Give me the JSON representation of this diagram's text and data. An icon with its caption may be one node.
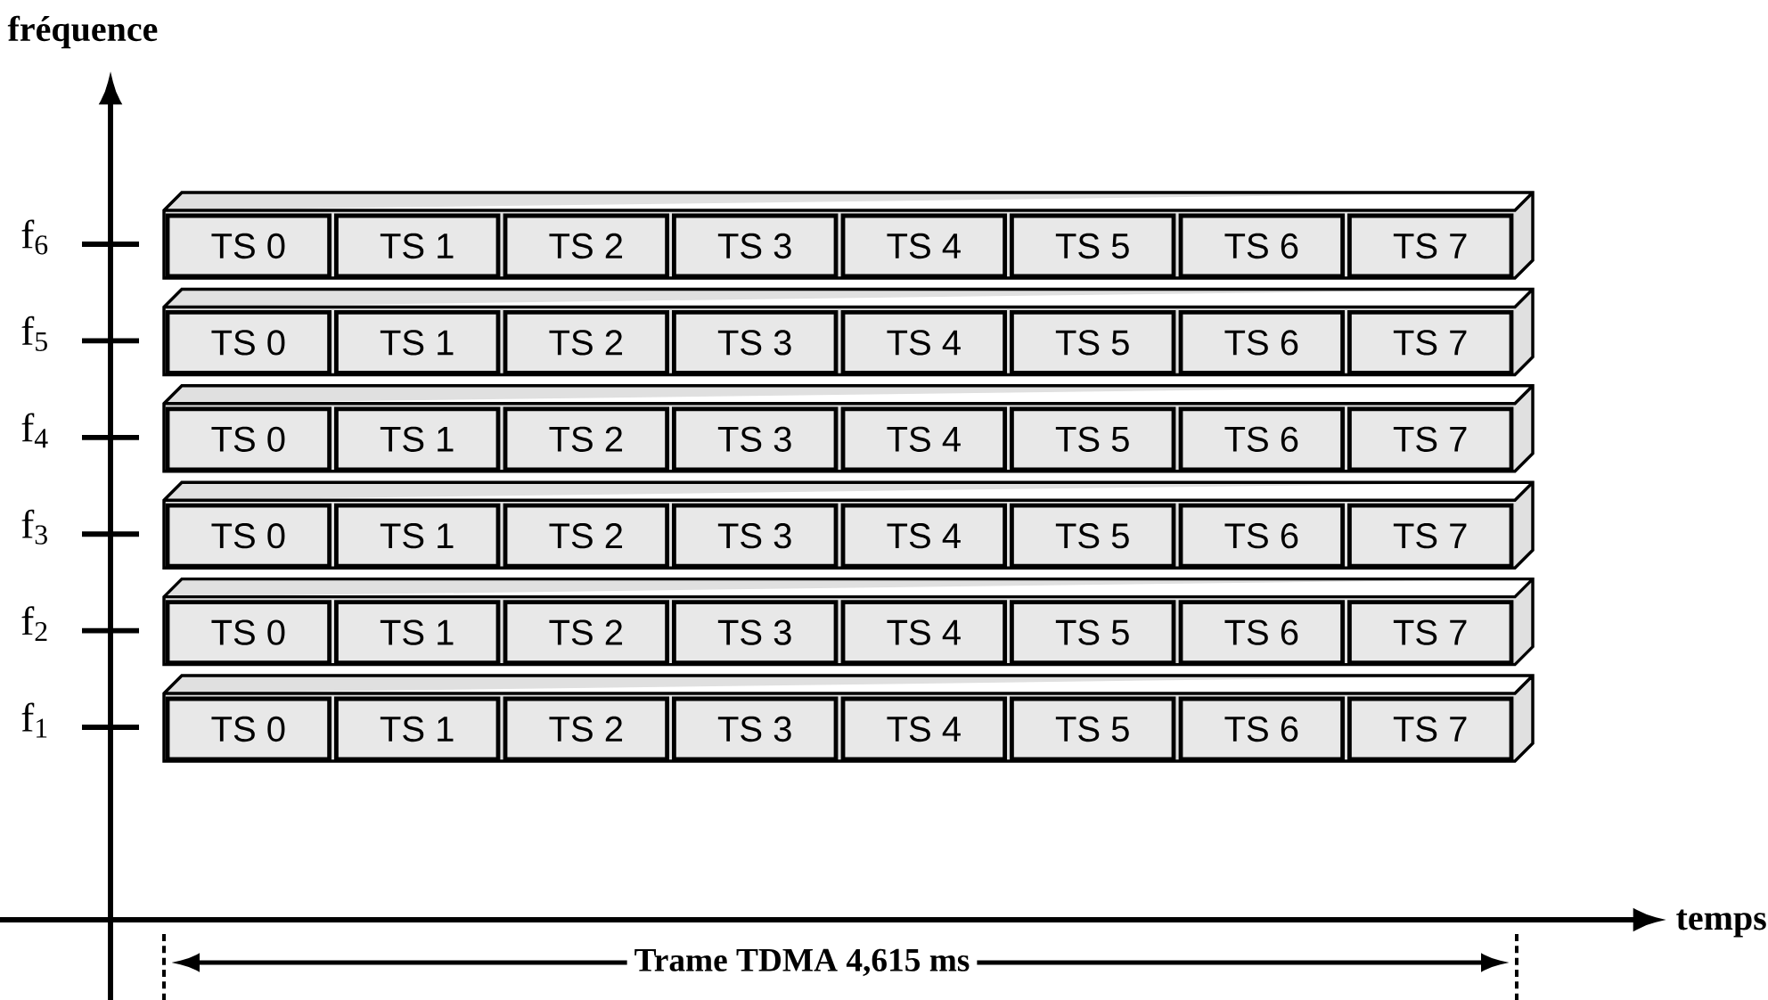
{
  "diagram": {
    "nodes": [
      {
        "text": [
          "TS 0"
        ]
      },
      {
        "text": [
          "TS 1"
        ]
      },
      {
        "text": [
          "TS 2"
        ]
      },
      {
        "text": [
          "TS 3"
        ]
      },
      {
        "text": [
          "TS 4"
        ]
      },
      {
        "text": [
          "TS 5"
        ]
      },
      {
        "text": [
          "TS 6"
        ]
      },
      {
        "text": [
          "TS 7"
        ]
      },
      {
        "text": [
          "TS 0"
        ]
      },
      {
        "text": [
          "TS 1"
        ]
      },
      {
        "text": [
          "TS 2"
        ]
      },
      {
        "text": [
          "TS 3"
        ]
      },
      {
        "text": [
          "TS 4"
        ]
      },
      {
        "text": [
          "TS 5"
        ]
      },
      {
        "text": [
          "TS 6"
        ]
      },
      {
        "text": [
          "TS 7"
        ]
      },
      {
        "text": [
          "TS 0"
        ]
      },
      {
        "text": [
          "TS 1"
        ]
      },
      {
        "text": [
          "TS 2"
        ]
      },
      {
        "text": [
          "TS 3"
        ]
      },
      {
        "text": [
          "TS 4"
        ]
      },
      {
        "text": [
          "TS 5"
        ]
      },
      {
        "text": [
          "TS 6"
        ]
      },
      {
        "text": [
          "TS 7"
        ]
      },
      {
        "text": [
          "TS 0"
        ]
      },
      {
        "text": [
          "TS 1"
        ]
      },
      {
        "text": [
          "TS 2"
        ]
      },
      {
        "text": [
          "TS 3"
        ]
      },
      {
        "text": [
          "TS 4"
        ]
      },
      {
        "text": [
          "TS 5"
        ]
      },
      {
        "text": [
          "TS 6"
        ]
      },
      {
        "text": [
          "TS 7"
        ]
      },
      {
        "text": [
          "TS 0"
        ]
      },
      {
        "text": [
          "TS 1"
        ]
      },
      {
        "text": [
          "TS 2"
        ]
      },
      {
        "text": [
          "TS 3"
        ]
      },
      {
        "text": [
          "TS 4"
        ]
      },
      {
        "text": [
          "TS 5"
        ]
      },
      {
        "text": [
          "TS 6"
        ]
      },
      {
        "text": [
          "TS 7"
        ]
      },
      {
        "text": [
          "TS 0"
        ]
      },
      {
        "text": [
          "TS 1"
        ]
      },
      {
        "text": [
          "TS 2"
        ]
      },
      {
        "text": [
          "TS 3"
        ]
      },
      {
        "text": [
          "TS 4"
        ]
      },
      {
        "text": [
          "TS 5"
        ]
      },
      {
        "text": [
          "TS 6"
        ]
      },
      {
        "text": [
          "TS 7"
        ]
      }
    ],
    "labels": [
      "fréquence",
      "f$_{6}$",
      "f$_{5}$",
      "f$_{4}$",
      "f$_{3}$",
      "f$_{2}$",
      "f$_{1}$",
      "temps",
      "Trame TDMA 4,615 ms"
    ]
  }
}
